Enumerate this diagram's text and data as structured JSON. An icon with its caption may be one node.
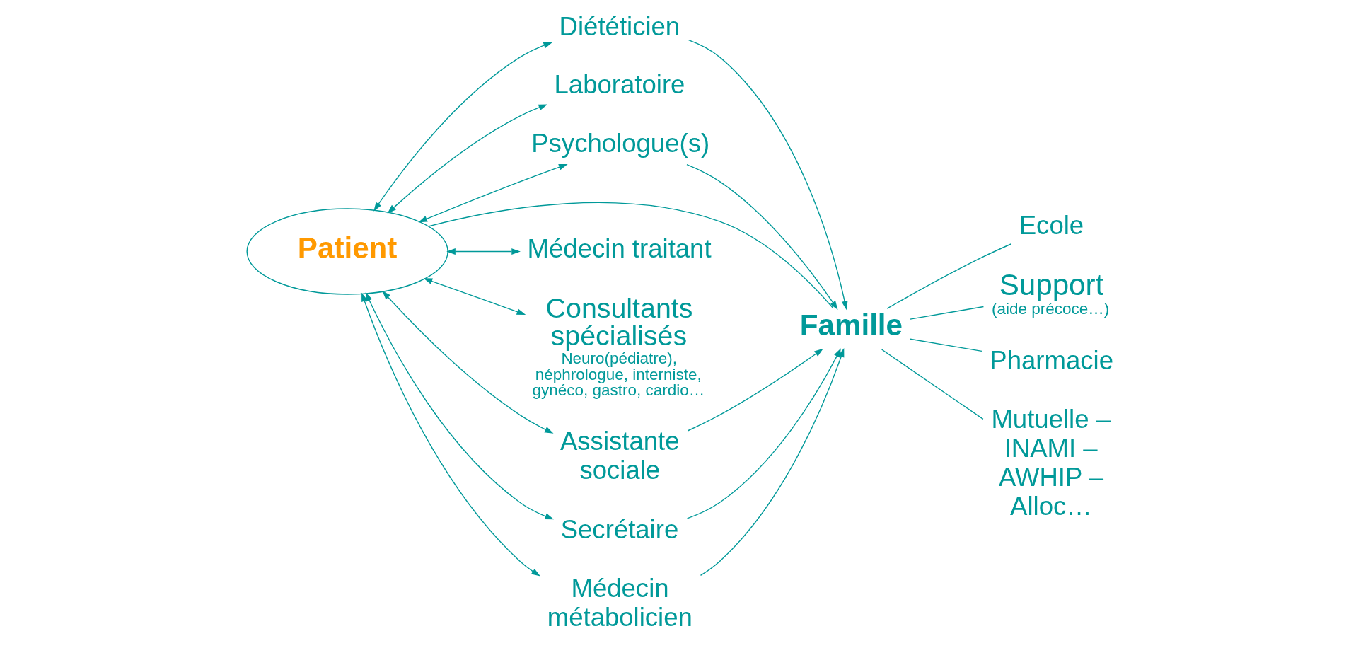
{
  "diagram": {
    "nodes": [
      {
        "text": [
          "Diététicien"
        ]
      },
      {
        "text": [
          "Laboratoire"
        ]
      },
      {
        "text": [
          "Psychologue(s)"
        ]
      },
      {
        "text": [
          "Ecole"
        ]
      },
      {
        "text": [
          "Patient"
        ]
      },
      {
        "text": [
          "Famille"
        ]
      },
      {
        "text": [
          "Support",
          "(aide précoce…)"
        ]
      },
      {
        "text": [
          "Médecin traitant"
        ]
      },
      {
        "text": [
          "Pharmacie"
        ]
      },
      {
        "text": [
          "Consultants spécialisés",
          "Neuro(pédiatre), néphrologue, interniste, gynéco, gastro, cardio…"
        ]
      },
      {
        "text": [
          "Assistante sociale"
        ]
      },
      {
        "text": [
          "Mutuelle – INAMI – AWHIP – Alloc…"
        ]
      },
      {
        "text": [
          "Secrétaire"
        ]
      },
      {
        "text": [
          "Médecin métabolicien"
        ]
      }
    ],
    "edges": [
      {
        "from": 4,
        "to": 0,
        "arrow": "both"
      },
      {
        "from": 4,
        "to": 1,
        "arrow": "both"
      },
      {
        "from": 4,
        "to": 2,
        "arrow": "both"
      },
      {
        "from": 4,
        "to": 7,
        "arrow": "both"
      },
      {
        "from": 4,
        "to": 9,
        "arrow": "both"
      },
      {
        "from": 4,
        "to": 13,
        "arrow": "both"
      },
      {
        "from": 4,
        "to": 12,
        "arrow": "both"
      },
      {
        "from": 4,
        "to": 10,
        "arrow": "both"
      },
      {
        "from": 4,
        "to": 5,
        "arrow": "none"
      },
      {
        "from": 0,
        "to": 5,
        "arrow": "to"
      },
      {
        "from": 2,
        "to": 5,
        "arrow": "to"
      },
      {
        "from": 10,
        "to": 5,
        "arrow": "to"
      },
      {
        "from": 12,
        "to": 5,
        "arrow": "to"
      },
      {
        "from": 13,
        "to": 5,
        "arrow": "to"
      },
      {
        "from": 5,
        "to": 3,
        "arrow": "none"
      },
      {
        "from": 5,
        "to": 6,
        "arrow": "none"
      },
      {
        "from": 5,
        "to": 8,
        "arrow": "none"
      },
      {
        "from": 5,
        "to": 11,
        "arrow": "none"
      }
    ]
  }
}
